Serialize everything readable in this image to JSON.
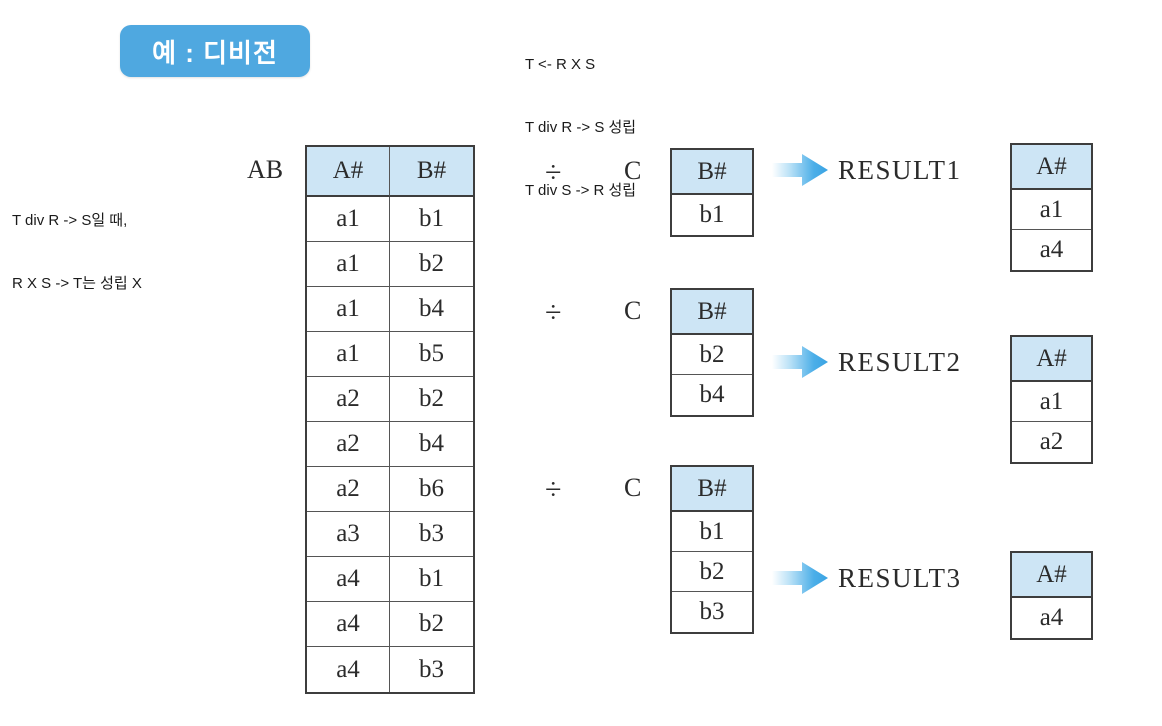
{
  "badge": {
    "label": "예 : 디비전"
  },
  "notes": {
    "top": [
      "T <- R X S",
      "T div R -> S 성립",
      "T div S -> R 성립"
    ],
    "left": [
      "T div R -> S일 때,",
      "R X S -> T는 성립 X"
    ]
  },
  "colors": {
    "badge_blue": "#4FA8E0",
    "header_blue": "#CDE5F5",
    "arrow_blue": "#4BAEE8",
    "border": "#3d3d3d"
  },
  "ab_relation": {
    "name": "AB",
    "columns": [
      "A#",
      "B#"
    ],
    "rows": [
      [
        "a1",
        "b1"
      ],
      [
        "a1",
        "b2"
      ],
      [
        "a1",
        "b4"
      ],
      [
        "a1",
        "b5"
      ],
      [
        "a2",
        "b2"
      ],
      [
        "a2",
        "b4"
      ],
      [
        "a2",
        "b6"
      ],
      [
        "a3",
        "b3"
      ],
      [
        "a4",
        "b1"
      ],
      [
        "a4",
        "b2"
      ],
      [
        "a4",
        "b3"
      ]
    ]
  },
  "divisions": [
    {
      "operator": "÷",
      "divisor_name": "C",
      "divisor_columns": [
        "B#"
      ],
      "divisor_rows": [
        [
          "b1"
        ]
      ],
      "arrow": "right-arrow-icon",
      "result_name": "RESULT1",
      "result_columns": [
        "A#"
      ],
      "result_rows": [
        [
          "a1"
        ],
        [
          "a4"
        ]
      ]
    },
    {
      "operator": "÷",
      "divisor_name": "C",
      "divisor_columns": [
        "B#"
      ],
      "divisor_rows": [
        [
          "b2"
        ],
        [
          "b4"
        ]
      ],
      "arrow": "right-arrow-icon",
      "result_name": "RESULT2",
      "result_columns": [
        "A#"
      ],
      "result_rows": [
        [
          "a1"
        ],
        [
          "a2"
        ]
      ]
    },
    {
      "operator": "÷",
      "divisor_name": "C",
      "divisor_columns": [
        "B#"
      ],
      "divisor_rows": [
        [
          "b1"
        ],
        [
          "b2"
        ],
        [
          "b3"
        ]
      ],
      "arrow": "right-arrow-icon",
      "result_name": "RESULT3",
      "result_columns": [
        "A#"
      ],
      "result_rows": [
        [
          "a4"
        ]
      ]
    }
  ]
}
